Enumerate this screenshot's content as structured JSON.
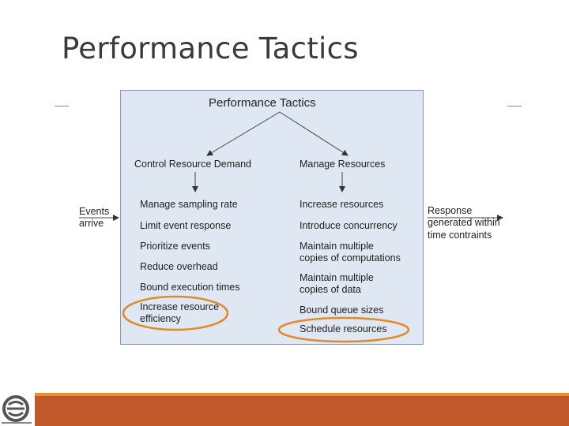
{
  "slide": {
    "title": "Performance Tactics"
  },
  "diagram": {
    "title": "Performance Tactics",
    "left_branch": {
      "heading": "Control Resource Demand",
      "items": [
        "Manage sampling rate",
        "Limit event response",
        "Prioritize events",
        "Reduce overhead",
        "Bound execution times",
        "Increase resource",
        "efficiency"
      ]
    },
    "right_branch": {
      "heading": "Manage Resources",
      "items": [
        "Increase resources",
        "Introduce concurrency",
        "Maintain multiple",
        "copies of computations",
        "Maintain multiple",
        "copies of data",
        "Bound queue sizes",
        "Schedule resources"
      ]
    },
    "input": {
      "line1": "Events",
      "line2": "arrive"
    },
    "output": {
      "line1": "Response",
      "line2": "generated within",
      "line3": "time contraints"
    },
    "highlight_color": "#e08a2c"
  },
  "footer": {
    "bar_color": "#c0582a",
    "accent_color": "#e6912e"
  }
}
